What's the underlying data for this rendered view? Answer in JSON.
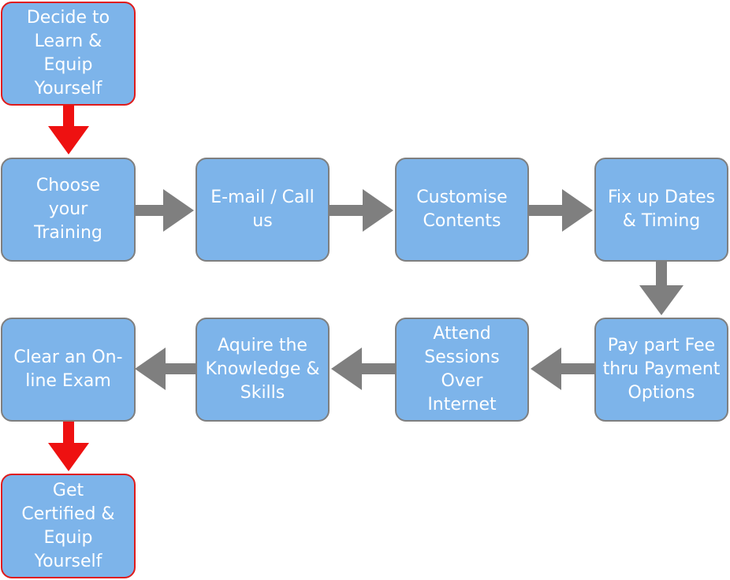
{
  "diagram": {
    "colors": {
      "box_fill": "#7db4ea",
      "box_border": "#7f7f7f",
      "terminal_border": "#e01b1b",
      "flow_arrow": "#7f7f7f",
      "terminal_arrow": "#ee1111",
      "text": "#ffffff"
    },
    "nodes": [
      {
        "id": "decide",
        "label": "Decide to Learn & Equip Yourself"
      },
      {
        "id": "choose",
        "label": "Choose your Training"
      },
      {
        "id": "email",
        "label": "E-mail / Call us"
      },
      {
        "id": "customise",
        "label": "Customise Contents"
      },
      {
        "id": "fixup",
        "label": "Fix up Dates & Timing"
      },
      {
        "id": "pay",
        "label": "Pay part Fee thru Payment Options"
      },
      {
        "id": "attend",
        "label": "Attend Sessions Over Internet"
      },
      {
        "id": "aquire",
        "label": "Aquire the Knowledge & Skills"
      },
      {
        "id": "clear",
        "label": "Clear an On-line Exam"
      },
      {
        "id": "certified",
        "label": "Get Certified & Equip Yourself"
      }
    ],
    "edges": [
      {
        "from": "decide",
        "to": "choose"
      },
      {
        "from": "choose",
        "to": "email"
      },
      {
        "from": "email",
        "to": "customise"
      },
      {
        "from": "customise",
        "to": "fixup"
      },
      {
        "from": "fixup",
        "to": "pay"
      },
      {
        "from": "pay",
        "to": "attend"
      },
      {
        "from": "attend",
        "to": "aquire"
      },
      {
        "from": "aquire",
        "to": "clear"
      },
      {
        "from": "clear",
        "to": "certified"
      }
    ]
  }
}
